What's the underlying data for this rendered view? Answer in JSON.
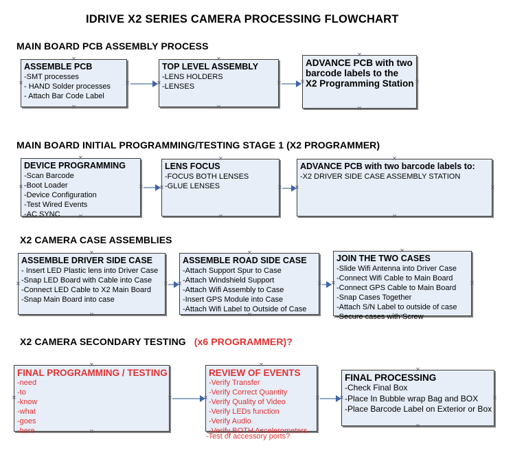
{
  "title": "IDRIVE X2  SERIES CAMERA PROCESSING FLOWCHART",
  "sections": [
    {
      "id": "s1",
      "label": "MAIN BOARD PCB ASSEMBLY PROCESS"
    },
    {
      "id": "s2",
      "label": "MAIN BOARD INITIAL PROGRAMMING/TESTING STAGE 1 (X2 PROGRAMMER)"
    },
    {
      "id": "s3",
      "label": "X2 CAMERA CASE ASSEMBLIES"
    },
    {
      "id": "s4",
      "label": "X2 CAMERA SECONDARY TESTING",
      "label_red": "(x6 PROGRAMMER)?"
    }
  ],
  "boxes": {
    "assemble_pcb": {
      "header": "ASSEMBLE PCB",
      "items": [
        "-SMT processes",
        "- HAND Solder processes",
        "- Attach Bar Code Label"
      ]
    },
    "top_level_assembly": {
      "header": "TOP LEVEL ASSEMBLY",
      "items": [
        "-LENS HOLDERS",
        "-LENSES"
      ]
    },
    "advance_pcb_1": {
      "header": "ADVANCE PCB with two",
      "items": [
        "barcode labels to the",
        " X2 Programming Station"
      ]
    },
    "device_programming": {
      "header": "DEVICE PROGRAMMING",
      "items": [
        "-Scan Barcode",
        "-Boot Loader",
        "-Device Configuration",
        "-Test Wired Events",
        "-AC SYNC"
      ]
    },
    "lens_focus": {
      "header": "LENS FOCUS",
      "items": [
        "-FOCUS BOTH LENSES",
        "-GLUE LENSES"
      ]
    },
    "advance_pcb_2": {
      "header": "ADVANCE PCB with two barcode labels to:",
      "items": [
        "-X2 DRIVER  SIDE  CASE  ASSEMBLY STATION"
      ]
    },
    "assemble_driver_side_case": {
      "header": "ASSEMBLE DRIVER SIDE CASE",
      "items": [
        "- Insert LED Plastic lens into Driver Case",
        "-Snap LED Board with Cable into Case",
        "-Connect LED Cable to X2 Main Board",
        "-Snap Main Board into case"
      ]
    },
    "assemble_road_side_case": {
      "header": "ASSEMBLE ROAD SIDE CASE",
      "items": [
        "-Attach Support Spur to Case",
        "-Attach Windshield Support",
        "-Attach Wifi Assembly to Case",
        "-Insert GPS Module into Case",
        "-Attach Wifi Label to Outside of Case"
      ]
    },
    "join_the_two_cases": {
      "header": "JOIN THE TWO CASES",
      "items": [
        "-Slide Wifi Antenna into Driver Case",
        "-Connect Wifi Cable to Main Board",
        "-Connect GPS Cable to Main Board",
        "-Snap Cases Together",
        "-Attach S/N Label to outside of case",
        "-Secure cases with Screw"
      ]
    },
    "final_programming_testing": {
      "header": "FINAL PROGRAMMING / TESTING",
      "items": [
        "-need",
        "-to",
        "-know",
        "-what",
        "-goes",
        "-here"
      ]
    },
    "review_of_events": {
      "header": "REVIEW OF EVENTS",
      "items": [
        "-Verify Transfer",
        "-Verify Correct Quantity",
        "-Verify Quality of Video",
        "-Verify LEDs function",
        "-Verify Audio",
        "-Verify BOTH Accelerometers"
      ],
      "overflow_item": "-Test of accessory ports?"
    },
    "final_processing": {
      "header": "FINAL PROCESSING",
      "items": [
        " -Check Final Box",
        "-Place In Bubble wrap Bag and BOX",
        "-Place Barcode Label on Exterior or Box"
      ]
    }
  },
  "colors": {
    "box_fill": "#e7eef8",
    "box_border": "#3c3c3c",
    "box_shadow": "#7f7f7f",
    "connector": "#8fa9c6",
    "arrowhead": "#3e66a8",
    "red_text": "#e03030",
    "handle": "#5a5a6e"
  }
}
